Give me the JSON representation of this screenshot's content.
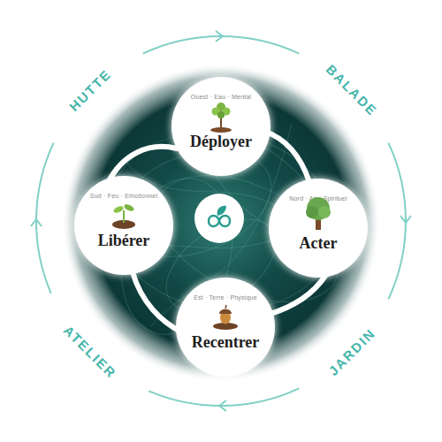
{
  "diagram": {
    "nodes": [
      {
        "text": [
          "Ouest · Eau · Mental",
          "Déployer"
        ]
      },
      {
        "text": [
          "Sud · Feu · Emotionnel",
          "Libérer"
        ]
      },
      {
        "text": [
          "Nord · Air · Spirituel",
          "Acter"
        ]
      },
      {
        "text": [
          "Est · Terre · Physique",
          "Recentrer"
        ]
      }
    ],
    "labels": [
      "HUTTE",
      "BALADE",
      "JARDIN",
      "ATELIER"
    ]
  }
}
